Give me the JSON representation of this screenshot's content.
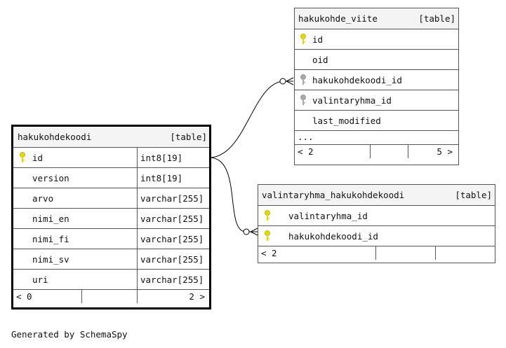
{
  "tables": {
    "hakukohde_viite": {
      "name": "hakukohde_viite",
      "type_label": "[table]",
      "columns": [
        "id",
        "oid",
        "hakukohdekoodi_id",
        "valintaryhma_id",
        "last_modified"
      ],
      "more": "...",
      "footer_left": "< 2",
      "footer_right": "5 >"
    },
    "hakukohdekoodi": {
      "name": "hakukohdekoodi",
      "type_label": "[table]",
      "columns": [
        {
          "name": "id",
          "type": "int8[19]"
        },
        {
          "name": "version",
          "type": "int8[19]"
        },
        {
          "name": "arvo",
          "type": "varchar[255]"
        },
        {
          "name": "nimi_en",
          "type": "varchar[255]"
        },
        {
          "name": "nimi_fi",
          "type": "varchar[255]"
        },
        {
          "name": "nimi_sv",
          "type": "varchar[255]"
        },
        {
          "name": "uri",
          "type": "varchar[255]"
        }
      ],
      "footer_left": "< 0",
      "footer_right": "2 >"
    },
    "valintaryhma_hakukohdekoodi": {
      "name": "valintaryhma_hakukohdekoodi",
      "type_label": "[table]",
      "columns": [
        "valintaryhma_id",
        "hakukohdekoodi_id"
      ],
      "footer_left": "< 2"
    }
  },
  "icons": {
    "primary_key": "key-icon",
    "foreign_key": "key-icon",
    "primary_key_color": "#e6d800",
    "foreign_key_color": "#a8a8a8"
  },
  "footer": "Generated by SchemaSpy"
}
